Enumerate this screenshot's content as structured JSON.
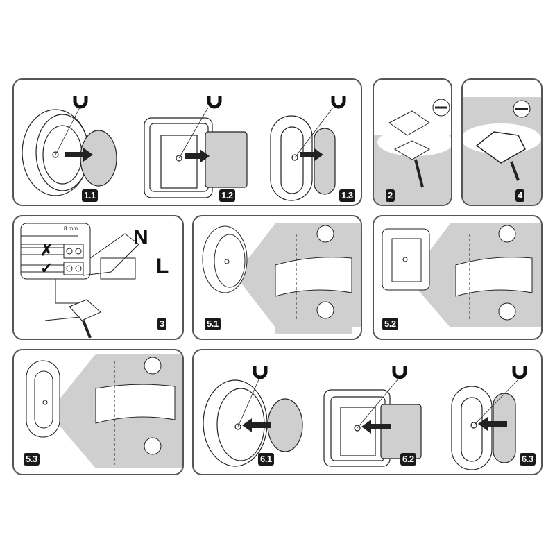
{
  "steps": {
    "s1_1": "1.1",
    "s1_2": "1.2",
    "s1_3": "1.3",
    "s2": "2",
    "s4": "4",
    "s3": "3",
    "s5_1": "5.1",
    "s5_2": "5.2",
    "s5_3": "5.3",
    "s6_1": "6.1",
    "s6_2": "6.2",
    "s6_3": "6.3"
  },
  "wiring": {
    "strip_length": "8 mm",
    "neutral": "N",
    "live": "L",
    "wrong_mark": "✗",
    "right_mark": "✓"
  },
  "colors": {
    "label_bg": "#1a1a1a",
    "cover_grey": "#cfcfcf",
    "frame": "#555555"
  }
}
